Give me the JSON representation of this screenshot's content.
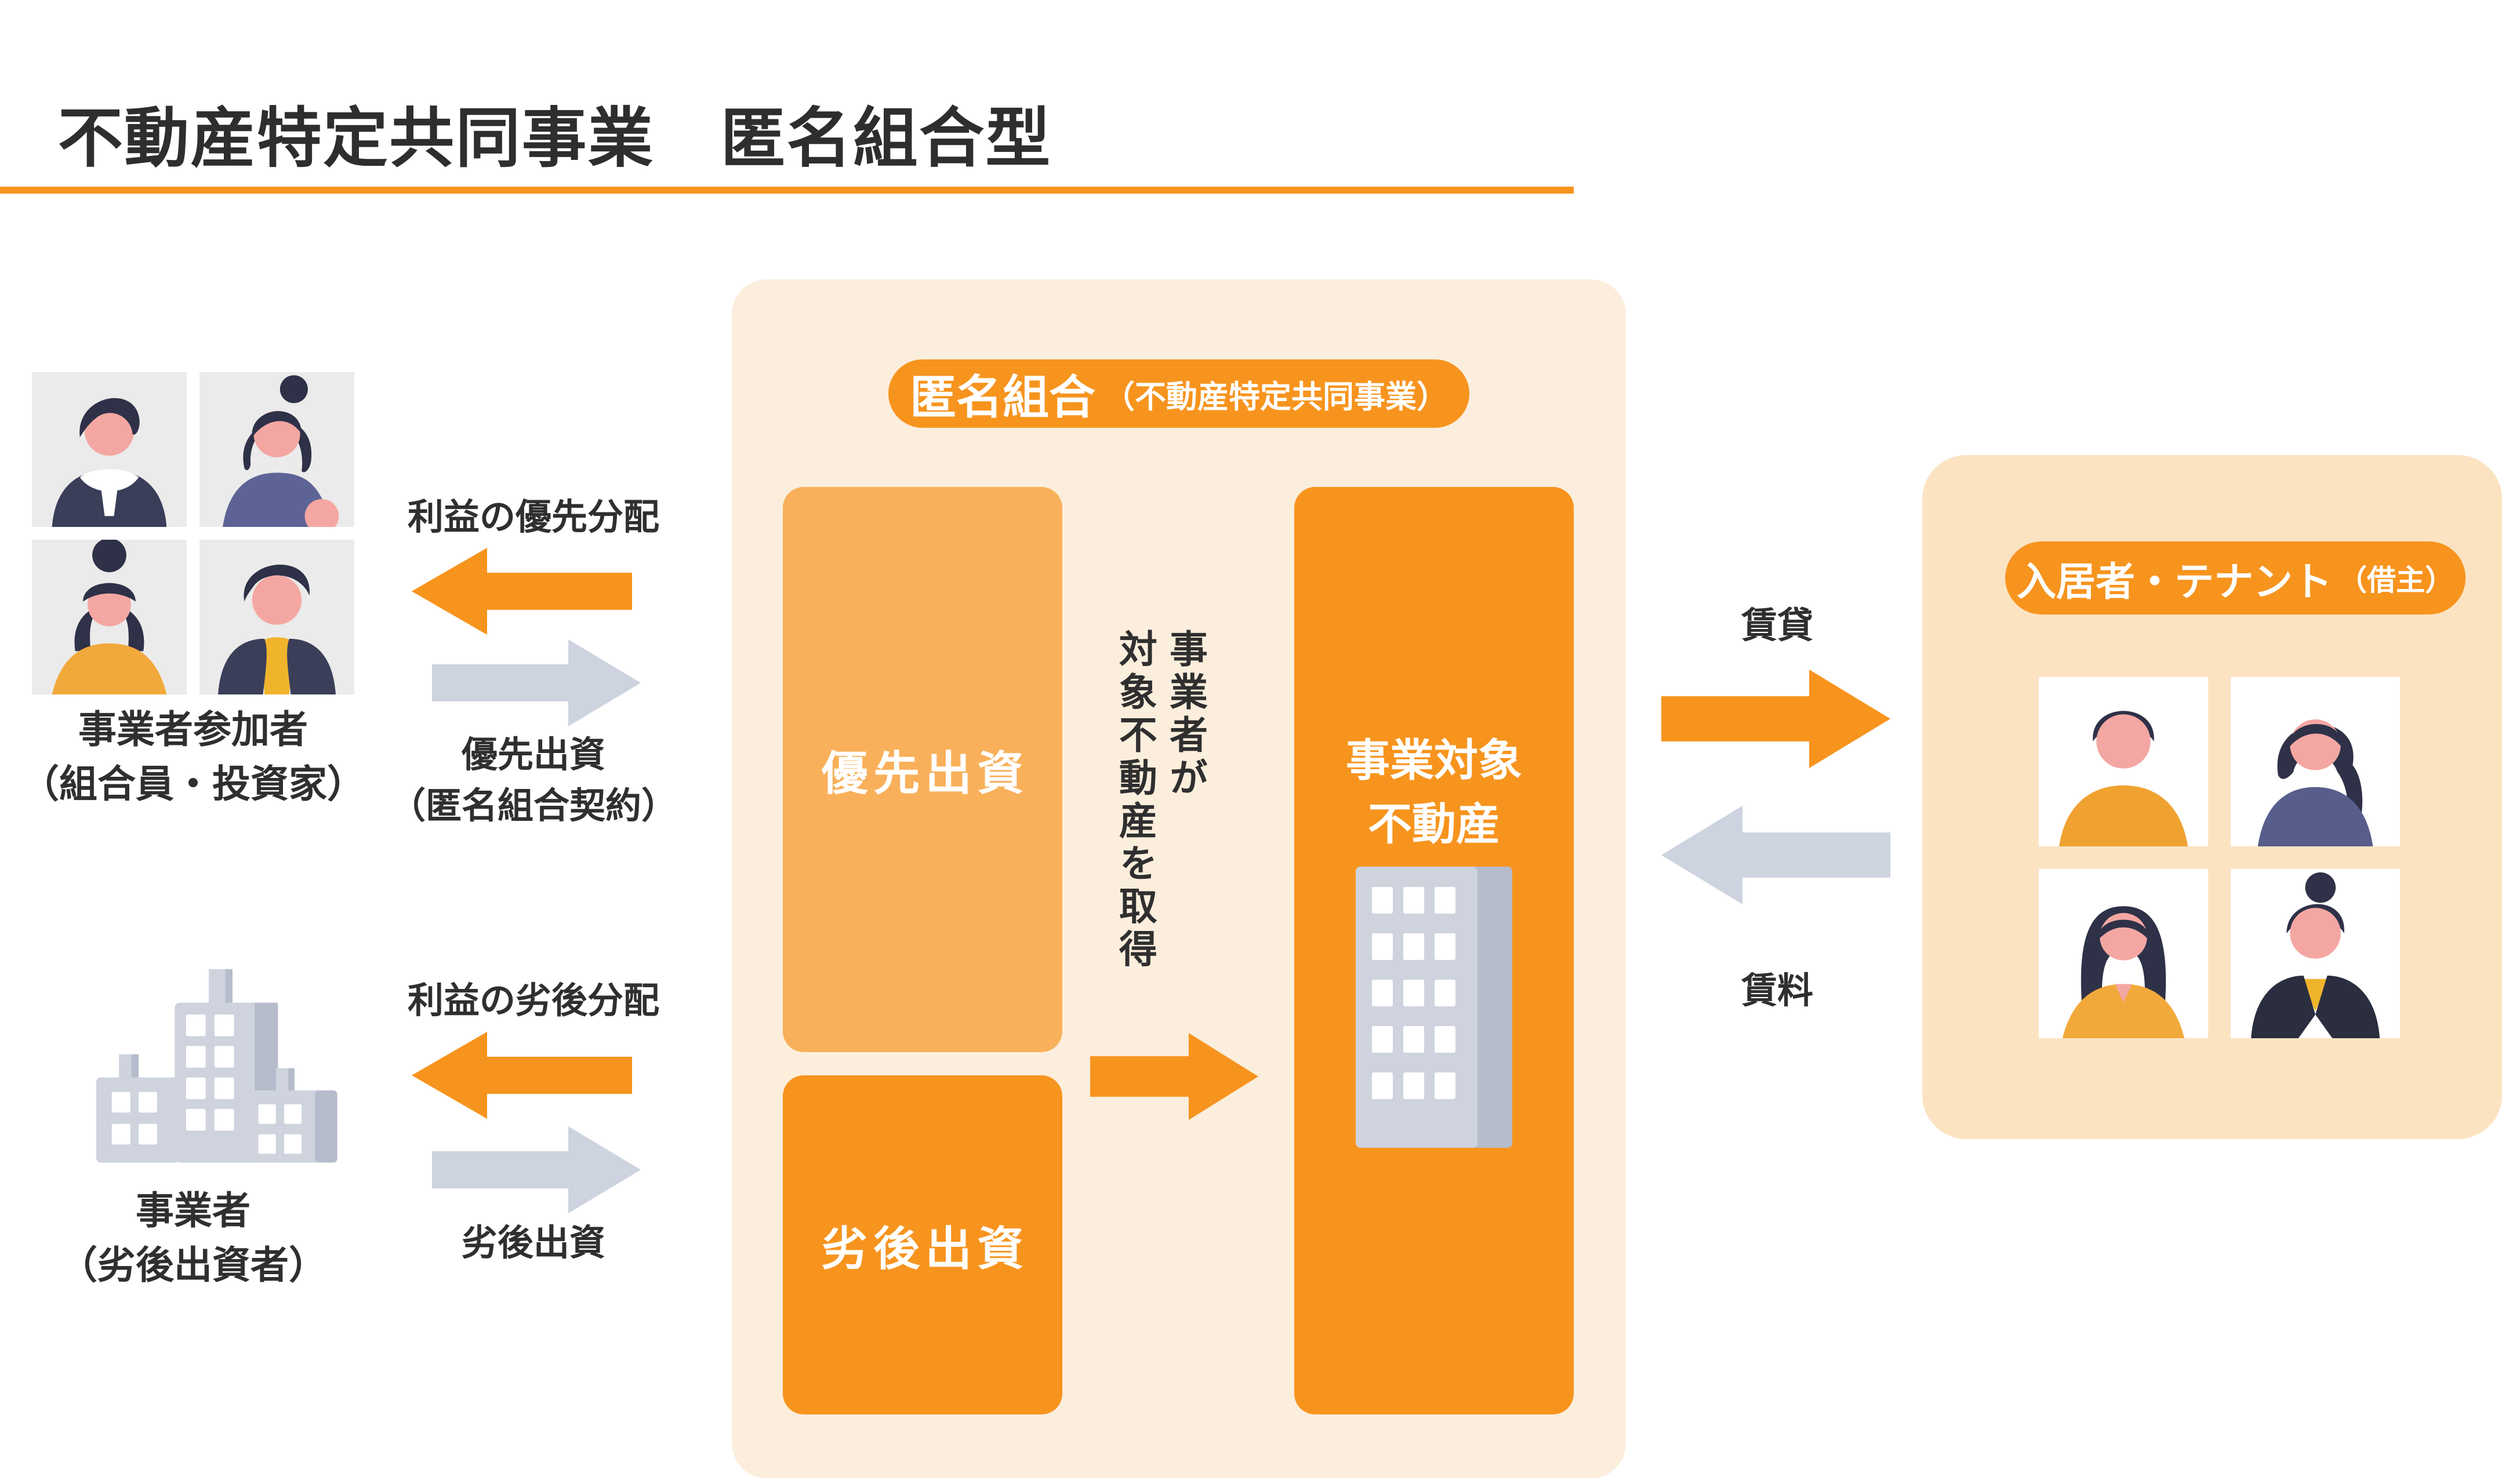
{
  "title": "不動産特定共同事業　匿名組合型",
  "investors": {
    "label1": "事業者参加者",
    "label2": "（組合員・投資家）",
    "profit_arrow_label": "利益の優先分配",
    "contribution_label1": "優先出資",
    "contribution_label2": "（匿名組合契約）"
  },
  "operator": {
    "label1": "事業者",
    "label2": "（劣後出資者）",
    "profit_arrow_label": "利益の劣後分配",
    "contribution_label": "劣後出資"
  },
  "partnership_box": {
    "badge_main": "匿名組合",
    "badge_sub": "（不動産特定共同事業）",
    "senior_equity": "優先出資",
    "subordinated_equity": "劣後出資",
    "acquisition_note_col1": "事業者が",
    "acquisition_note_col2": "対象不動産を取得",
    "property_label1": "事業対象",
    "property_label2": "不動産"
  },
  "tenant_box": {
    "badge_main": "入居者・テナント",
    "badge_sub": "（借主）",
    "lease_label": "賃貸",
    "rent_label": "賃料"
  },
  "icons": {
    "investor_avatars": [
      "man-scarf-avatar",
      "woman-bun-purple-avatar",
      "woman-bangs-orange-avatar",
      "man-jacket-yellow-avatar"
    ],
    "tenant_avatars": [
      "man-orange-shirt-avatar",
      "woman-ponytail-avatar",
      "woman-long-hair-avatar",
      "person-bun-jacket-avatar"
    ],
    "operator_icon": "office-buildings-icon",
    "property_icon": "apartment-building-icon"
  },
  "colors": {
    "orange": "#F7941E",
    "orange_light": "#F9B05A",
    "partnership_bg": "#FCEEDD",
    "tenant_bg": "#FBE3C2",
    "arrow_gray": "#CDD3DF",
    "tile_gray": "#EBEBEB",
    "text": "#2F2F2F",
    "building_gray": "#CED3DE",
    "building_shade": "#B6BCCB",
    "skin": "#F4A7A2",
    "hair": "#2E3147",
    "navy": "#3A3E59",
    "jet": "#2A2E3F",
    "purple_top": "#5D6495",
    "amber_top": "#F2A93B",
    "yellow": "#F0B32C",
    "slate_top": "#575E8C",
    "orange_shirt": "#F0A230"
  }
}
